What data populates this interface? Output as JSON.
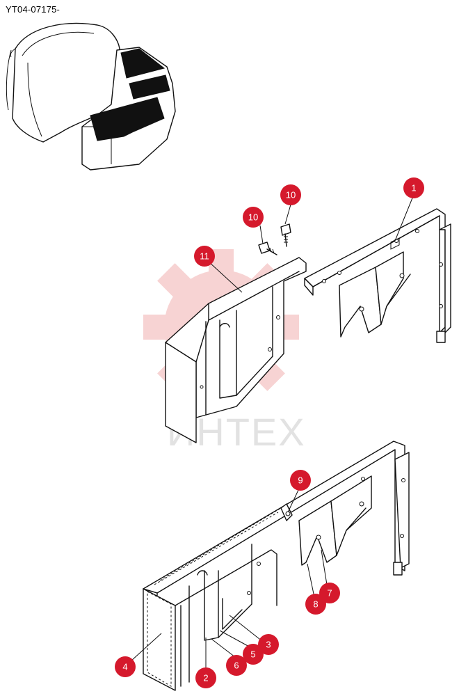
{
  "document": {
    "code": "YT04-07175-"
  },
  "watermark": {
    "text": "ИНТЕХ",
    "color": "#f6c9c9"
  },
  "callout_color": "#d5192c",
  "callouts": [
    {
      "id": "callout-1",
      "label": "1"
    },
    {
      "id": "callout-10a",
      "label": "10"
    },
    {
      "id": "callout-10b",
      "label": "10"
    },
    {
      "id": "callout-11",
      "label": "11"
    },
    {
      "id": "callout-9",
      "label": "9"
    },
    {
      "id": "callout-7",
      "label": "7"
    },
    {
      "id": "callout-8",
      "label": "8"
    },
    {
      "id": "callout-3",
      "label": "3"
    },
    {
      "id": "callout-5",
      "label": "5"
    },
    {
      "id": "callout-6",
      "label": "6"
    },
    {
      "id": "callout-2",
      "label": "2"
    },
    {
      "id": "callout-4",
      "label": "4"
    }
  ]
}
